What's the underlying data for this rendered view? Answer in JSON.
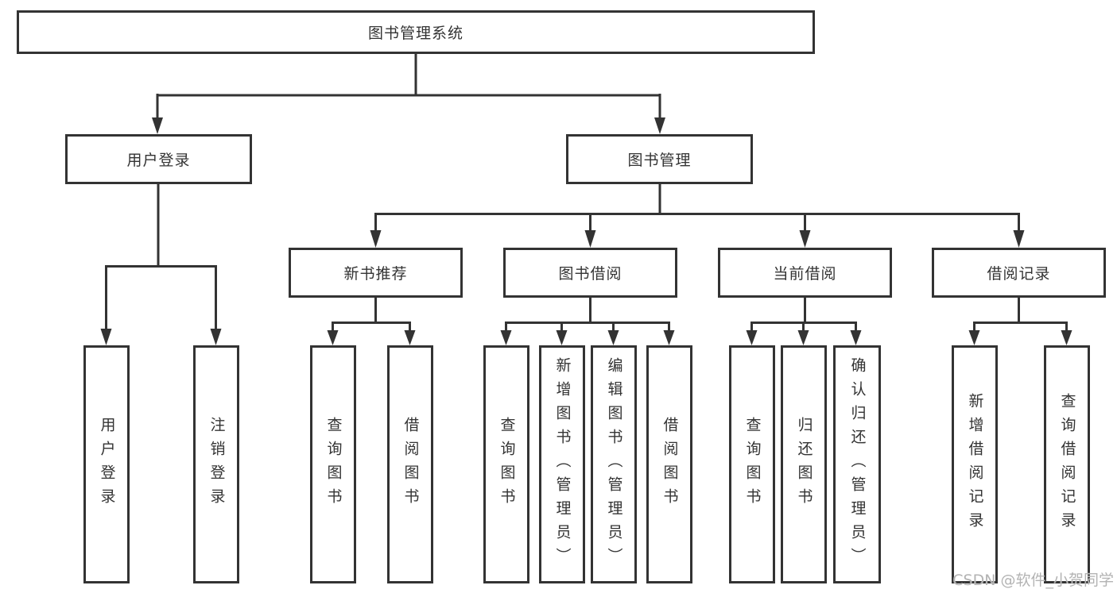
{
  "diagram_type": "hierarchy-tree",
  "colors": {
    "line": "#333333",
    "box-fill": "#ffffff",
    "text": "#333333",
    "watermark": "#b3b3b3"
  },
  "tree": {
    "label": "图书管理系统",
    "children": [
      {
        "label": "用户登录",
        "children": [
          {
            "label": "用户登录"
          },
          {
            "label": "注销登录"
          }
        ]
      },
      {
        "label": "图书管理",
        "children": [
          {
            "label": "新书推荐",
            "children": [
              {
                "label": "查询图书"
              },
              {
                "label": "借阅图书"
              }
            ]
          },
          {
            "label": "图书借阅",
            "children": [
              {
                "label": "查询图书"
              },
              {
                "label": "新增图书（管理员）"
              },
              {
                "label": "编辑图书（管理员）"
              },
              {
                "label": "借阅图书"
              }
            ]
          },
          {
            "label": "当前借阅",
            "children": [
              {
                "label": "查询图书"
              },
              {
                "label": "归还图书"
              },
              {
                "label": "确认归还（管理员）"
              }
            ]
          },
          {
            "label": "借阅记录",
            "children": [
              {
                "label": "新增借阅记录"
              },
              {
                "label": "查询借阅记录"
              }
            ]
          }
        ]
      }
    ]
  },
  "watermark": {
    "text": "CSDN @软件_小贺同学"
  }
}
